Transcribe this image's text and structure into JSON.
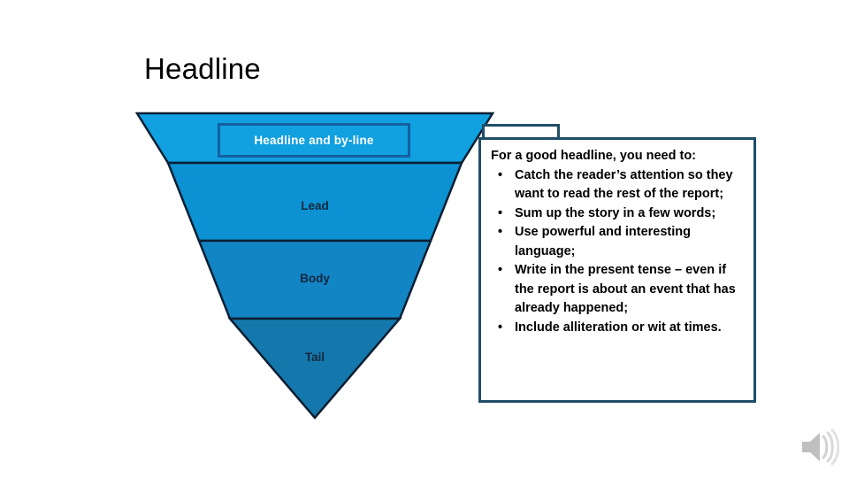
{
  "slide": {
    "title": "Headline",
    "background_color": "#ffffff"
  },
  "pyramid": {
    "name": "inverted-pyramid",
    "outline_color": "#0B1F33",
    "divider_color": "#0B1F33",
    "bands": [
      {
        "label": "Headline and by-line",
        "color": "#11A0E0",
        "label_color": "#ffffff"
      },
      {
        "label": "Lead",
        "color": "#0C92D2",
        "label_color": "#12263F"
      },
      {
        "label": "Body",
        "color": "#1285C4",
        "label_color": "#12263F"
      },
      {
        "label": "Tail",
        "color": "#1578AC",
        "label_color": "#12263F"
      }
    ]
  },
  "headline_callout": {
    "text": "Headline and by-line",
    "border_color": "#1560A0",
    "text_color": "#ffffff"
  },
  "tips_box": {
    "border_color": "#1F4E68",
    "intro": "For a good headline, you need to:",
    "bullet_glyph": "•",
    "bullets": [
      "Catch the reader’s attention so they want to read the rest of the report;",
      "Sum up the story in a few words;",
      "Use powerful and interesting language;",
      "Write in the present tense – even if the report is about an event that has already happened;",
      "Include alliteration or wit at times."
    ]
  },
  "media": {
    "audio_icon_name": "speaker-audio-icon"
  }
}
